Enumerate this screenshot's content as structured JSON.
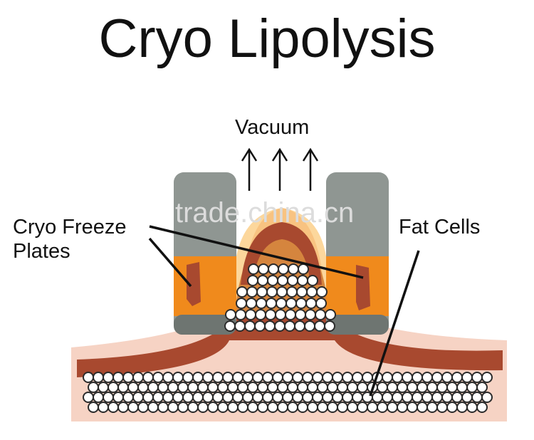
{
  "diagram": {
    "title": "Cryo Lipolysis",
    "labels": {
      "vacuum": "Vacuum",
      "freeze_plates": "Cryo Freeze\nPlates",
      "fat_cells": "Fat Cells"
    },
    "watermark": "trade.china.cn",
    "colors": {
      "skin": "#f6d3c4",
      "tissue": "#a8492f",
      "plate": "#8f9692",
      "plate_dark": "#6e7571",
      "gel": "#f08a1c",
      "fat_cell": "#ffffff",
      "fat_outline": "#2b2b2b",
      "ink": "#111111"
    }
  }
}
